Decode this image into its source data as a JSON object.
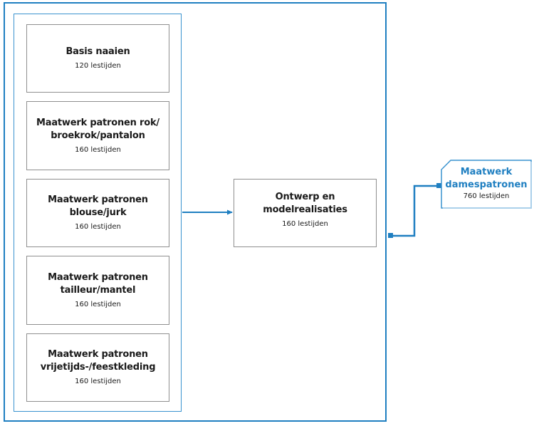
{
  "modules": [
    {
      "title_lines": [
        "Basis naaien"
      ],
      "hours": "120 lestijden"
    },
    {
      "title_lines": [
        "Maatwerk patronen rok/",
        "broekrok/pantalon"
      ],
      "hours": "160 lestijden"
    },
    {
      "title_lines": [
        "Maatwerk patronen",
        "blouse/jurk"
      ],
      "hours": "160 lestijden"
    },
    {
      "title_lines": [
        "Maatwerk patronen",
        "tailleur/mantel"
      ],
      "hours": "160 lestijden"
    },
    {
      "title_lines": [
        "Maatwerk patronen",
        "vrijetijds-/feestkleding"
      ],
      "hours": "160 lestijden"
    }
  ],
  "main_module": {
    "title": "Ontwerp en modelrealisaties",
    "hours": "160 lestijden"
  },
  "result": {
    "title_lines": [
      "Maatwerk",
      "damespatronen"
    ],
    "hours": "760 lestijden"
  },
  "colors": {
    "accent": "#1f7fc1",
    "box_border": "#8f8f8f",
    "text": "#1a1a1a"
  }
}
